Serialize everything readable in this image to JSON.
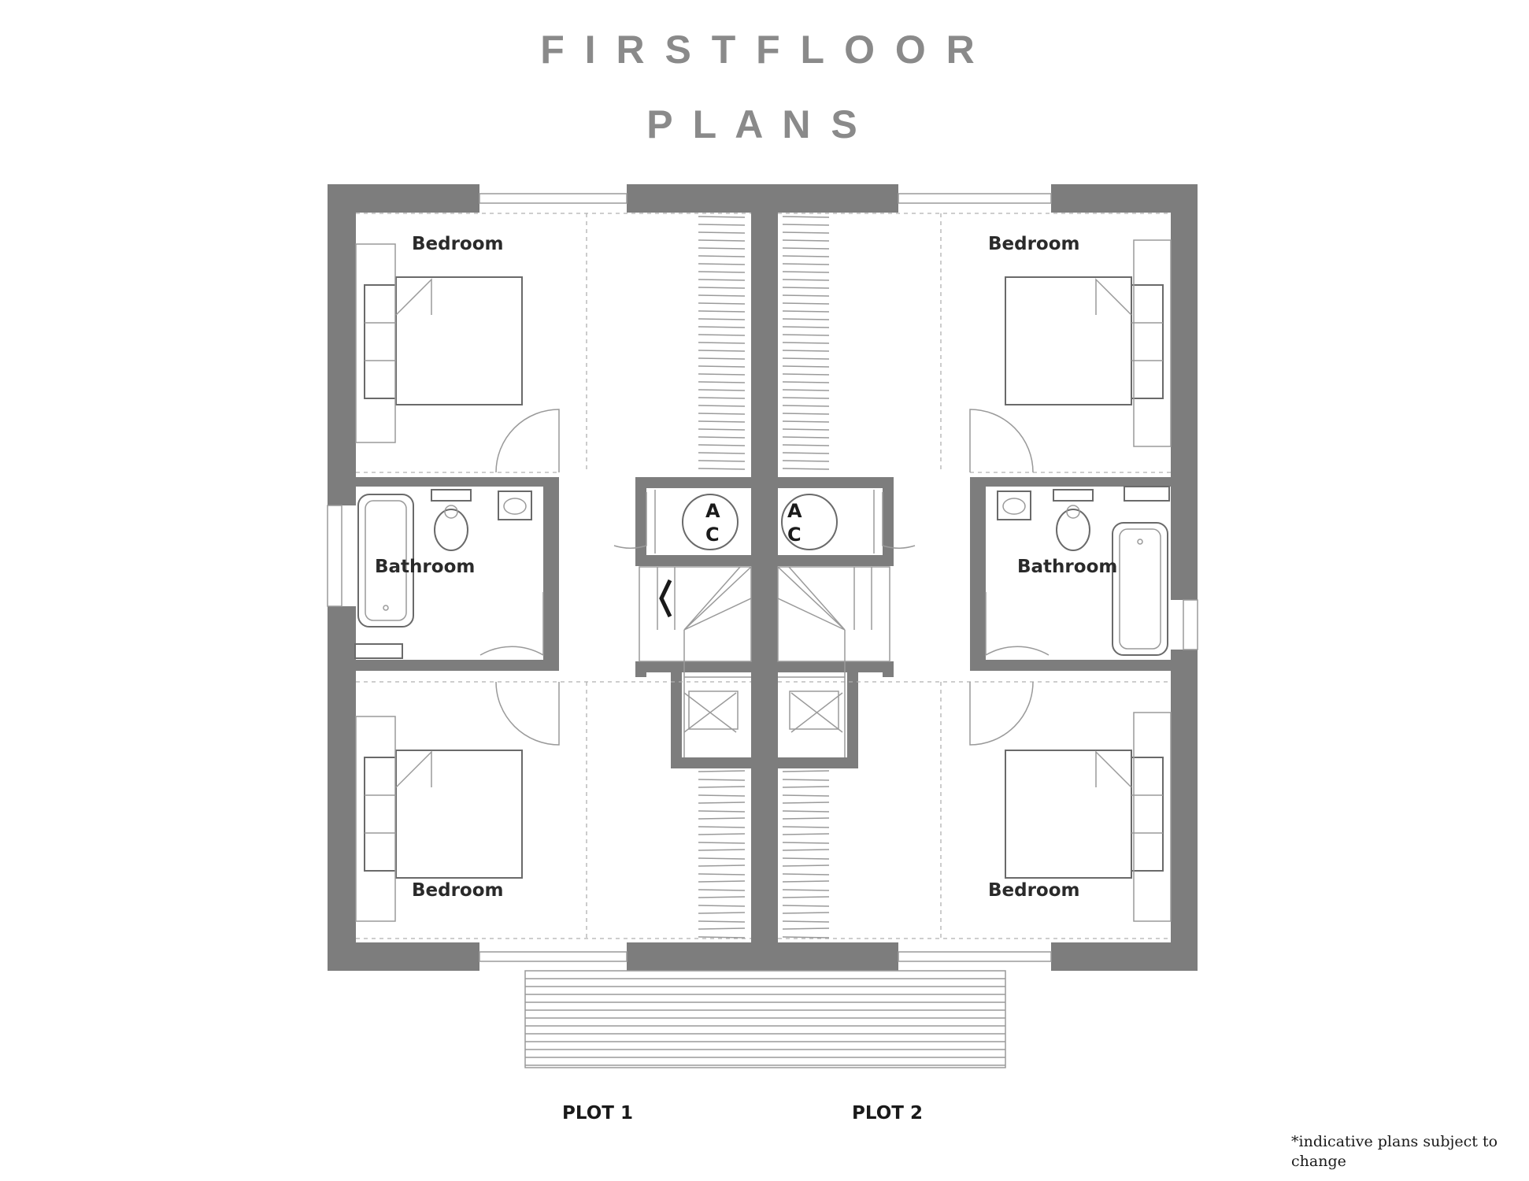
{
  "title": {
    "line1": "F I R S T F L O O R",
    "line2": "P L A N S"
  },
  "rooms": {
    "plot1_bedroom_top": "Bedroom",
    "plot1_bathroom": "Bathroom",
    "plot1_bedroom_bottom": "Bedroom",
    "plot2_bedroom_top": "Bedroom",
    "plot2_bathroom": "Bathroom",
    "plot2_bedroom_bottom": "Bedroom"
  },
  "cupboard_label": {
    "line1": "A",
    "line2": "C"
  },
  "plots": {
    "plot1": "PLOT 1",
    "plot2": "PLOT 2"
  },
  "note": {
    "line1": "*indicative plans subject to",
    "line2": "change"
  },
  "colors": {
    "wall": "#7d7d7d",
    "title": "#8a8a8a",
    "text": "#2a2a2a"
  }
}
